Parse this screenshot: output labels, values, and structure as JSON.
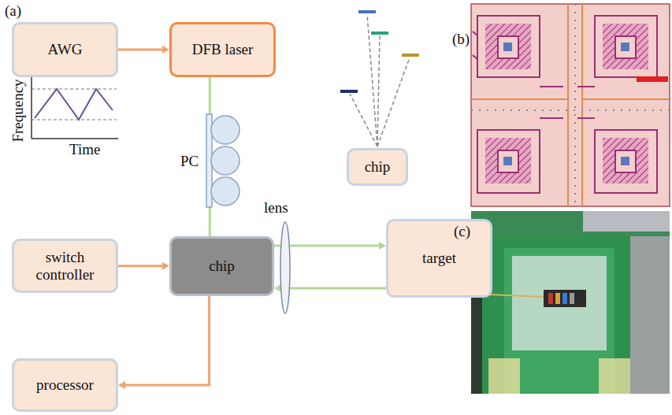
{
  "diagram": {
    "nodes": [
      {
        "text": [
          "AWG"
        ]
      },
      {
        "text": [
          "DFB laser"
        ]
      },
      {
        "text": [
          "chip"
        ]
      },
      {
        "text": [
          "switch controller"
        ]
      },
      {
        "text": [
          "chip"
        ]
      },
      {
        "text": [
          "target"
        ]
      },
      {
        "text": [
          "processor"
        ]
      }
    ],
    "edges": [
      {
        "from": 0,
        "to": 1,
        "arrow": "to"
      },
      {
        "from": 1,
        "to": 4,
        "arrow": "none"
      },
      {
        "from": 3,
        "to": 4,
        "arrow": "to"
      },
      {
        "from": 4,
        "to": 6,
        "arrow": "to"
      },
      {
        "from": 4,
        "to": 5,
        "arrow": "to"
      },
      {
        "from": 5,
        "to": 4,
        "arrow": "to"
      }
    ],
    "labels": [
      "(a)",
      "Frequency",
      "Time",
      "PC",
      "lens",
      "(b)",
      "(c)"
    ]
  }
}
